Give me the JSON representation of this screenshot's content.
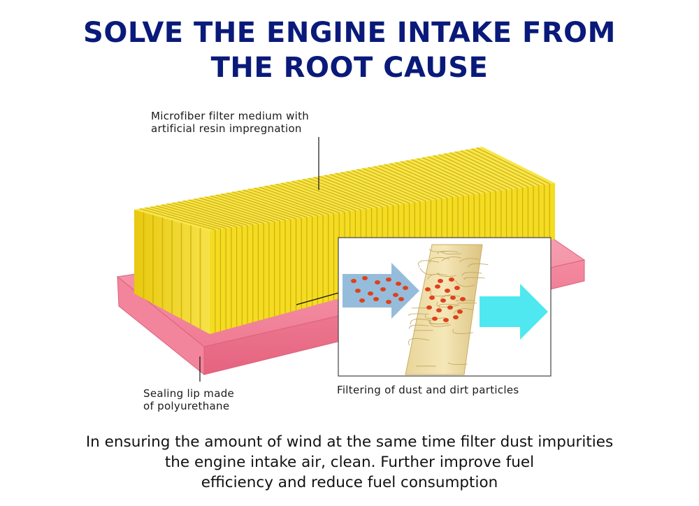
{
  "title": {
    "line1": "SOLVE THE ENGINE INTAKE FROM",
    "line2": "THE ROOT CAUSE"
  },
  "labels": {
    "filter_medium": {
      "line1": "Microfiber filter medium with",
      "line2": "artificial resin impregnation"
    },
    "sealing_lip": {
      "line1": "Sealing lip made",
      "line2": "of polyurethane"
    },
    "inset": "Filtering of dust and dirt particles"
  },
  "caption": {
    "line1": "In ensuring the amount of wind at the same time filter dust impurities",
    "line2": "the engine intake air, clean. Further improve fuel",
    "line3": "efficiency and reduce fuel consumption"
  },
  "colors": {
    "title": "#0a1a7a",
    "filter_yellow": "#f2dc1e",
    "seal_pink": "#f07890",
    "inlet_arrow": "#8fb8d8",
    "outlet_arrow": "#4fe8f0",
    "particles": "#e0401a"
  }
}
